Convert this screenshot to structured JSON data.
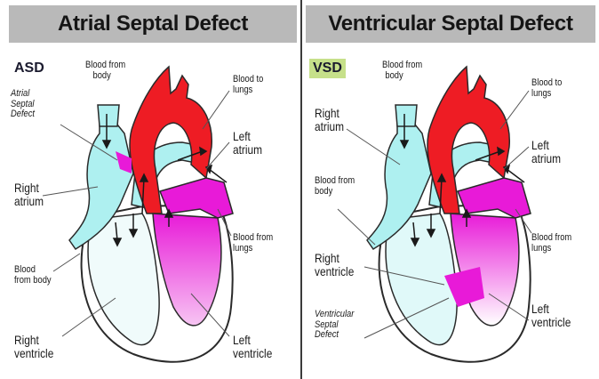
{
  "left_panel": {
    "title": "Atrial Septal Defect",
    "badge": "ASD",
    "labels": {
      "defect_line1": "Atrial",
      "defect_line2": "Septal",
      "defect_line3": "Defect",
      "blood_from_body_top_1": "Blood from",
      "blood_from_body_top_2": "body",
      "blood_to_lungs_1": "Blood to",
      "blood_to_lungs_2": "lungs",
      "left_atrium_1": "Left",
      "left_atrium_2": "atrium",
      "right_atrium_1": "Right",
      "right_atrium_2": "atrium",
      "blood_from_lungs_1": "Blood from",
      "blood_from_lungs_2": "lungs",
      "blood_from_body_bottom_1": "Blood",
      "blood_from_body_bottom_2": "from body",
      "right_ventricle_1": "Right",
      "right_ventricle_2": "ventricle",
      "left_ventricle_1": "Left",
      "left_ventricle_2": "ventricle"
    }
  },
  "right_panel": {
    "title": "Ventricular Septal Defect",
    "badge": "VSD",
    "labels": {
      "blood_from_body_top_1": "Blood from",
      "blood_from_body_top_2": "body",
      "blood_to_lungs_1": "Blood to",
      "blood_to_lungs_2": "lungs",
      "right_atrium_1": "Right",
      "right_atrium_2": "atrium",
      "left_atrium_1": "Left",
      "left_atrium_2": "atrium",
      "blood_from_body_mid_1": "Blood from",
      "blood_from_body_mid_2": "body",
      "blood_from_lungs_1": "Blood from",
      "blood_from_lungs_2": "lungs",
      "right_ventricle_1": "Right",
      "right_ventricle_2": "ventricle",
      "left_ventricle_1": "Left",
      "left_ventricle_2": "ventricle",
      "defect_line1": "Ventricular",
      "defect_line2": "Septal",
      "defect_line3": "Defect"
    }
  },
  "colors": {
    "deoxygenated": "#aef0f0",
    "oxygenated": "#ee1c24",
    "mixed": "#e81ad8",
    "outline": "#2a2a2a",
    "vsd_badge": "#c6e08a",
    "header_bg": "#b9b9b9"
  }
}
